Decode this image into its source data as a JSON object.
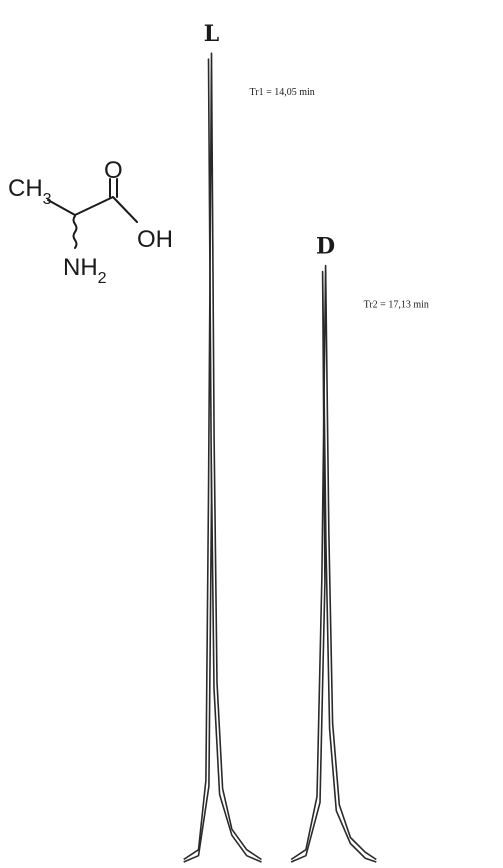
{
  "chart_data": {
    "type": "line",
    "title": "",
    "xlabel": "",
    "ylabel": "",
    "xlim": [
      13.2,
      18.6
    ],
    "ylim": [
      0,
      100
    ],
    "grid": false,
    "series": [
      {
        "name": "L",
        "x": [
          13.3,
          13.7,
          13.9,
          13.97,
          14.05,
          14.12,
          14.2,
          14.35,
          14.6,
          15.0,
          15.4
        ],
        "y": [
          0.3,
          1.5,
          10,
          45,
          99,
          52,
          22,
          9,
          4,
          1.5,
          0.3
        ]
      },
      {
        "name": "D",
        "x": [
          16.2,
          16.6,
          16.9,
          17.03,
          17.13,
          17.22,
          17.32,
          17.5,
          17.8,
          18.2,
          18.5
        ],
        "y": [
          0.3,
          1.5,
          8,
          35,
          73,
          40,
          17,
          7,
          3,
          1.2,
          0.3
        ]
      }
    ],
    "peaks": [
      {
        "letter": "L",
        "label": "Tr1 = 14,05 min",
        "x": 14.05,
        "y": 99
      },
      {
        "letter": "D",
        "label": "Tr2 = 17,13 min",
        "x": 17.13,
        "y": 73
      }
    ]
  },
  "molecule": {
    "ch": "CH",
    "ch_sub": "3",
    "o": "O",
    "oh": "OH",
    "nh": "NH",
    "nh_sub": "2"
  },
  "colors": {
    "ink": "#1a1a1a",
    "trace": "#2a2a2a"
  }
}
